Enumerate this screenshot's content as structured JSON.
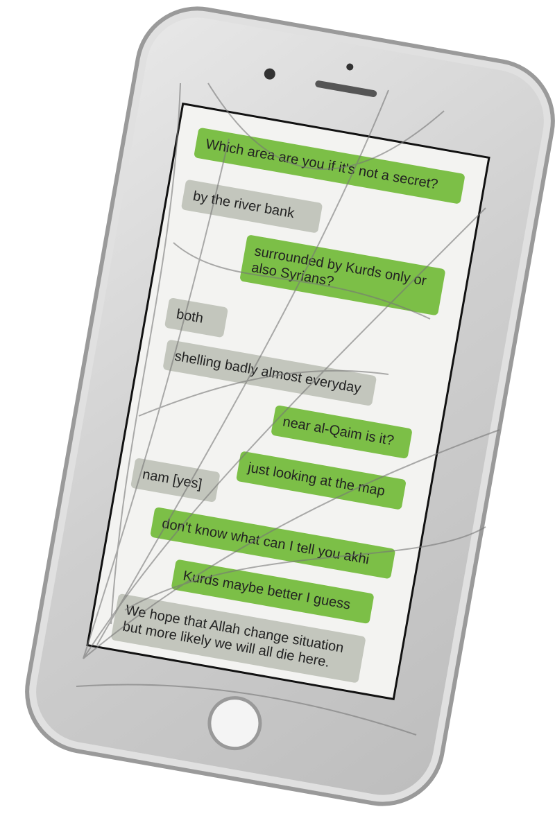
{
  "colors": {
    "sent": "#7cbf47",
    "received": "#c3c6bd"
  },
  "messages": [
    {
      "side": "sent",
      "text": "Which area are you if it's not a secret?"
    },
    {
      "side": "received",
      "text": "by the river bank"
    },
    {
      "side": "sent",
      "text": "surrounded by Kurds only or also Syrians?"
    },
    {
      "side": "received",
      "text": "both"
    },
    {
      "side": "received",
      "text": "shelling badly almost everyday"
    },
    {
      "side": "sent",
      "text": "near al-Qaim is it?"
    },
    {
      "side": "sent",
      "text": "just looking at the map"
    },
    {
      "side": "received",
      "text": "nam [yes]"
    },
    {
      "side": "sent",
      "text": "don't know what can I tell you akhi"
    },
    {
      "side": "sent",
      "text": "Kurds maybe better I guess"
    },
    {
      "side": "received",
      "text": "We hope that Allah change situation but more likely we will all die here."
    }
  ]
}
